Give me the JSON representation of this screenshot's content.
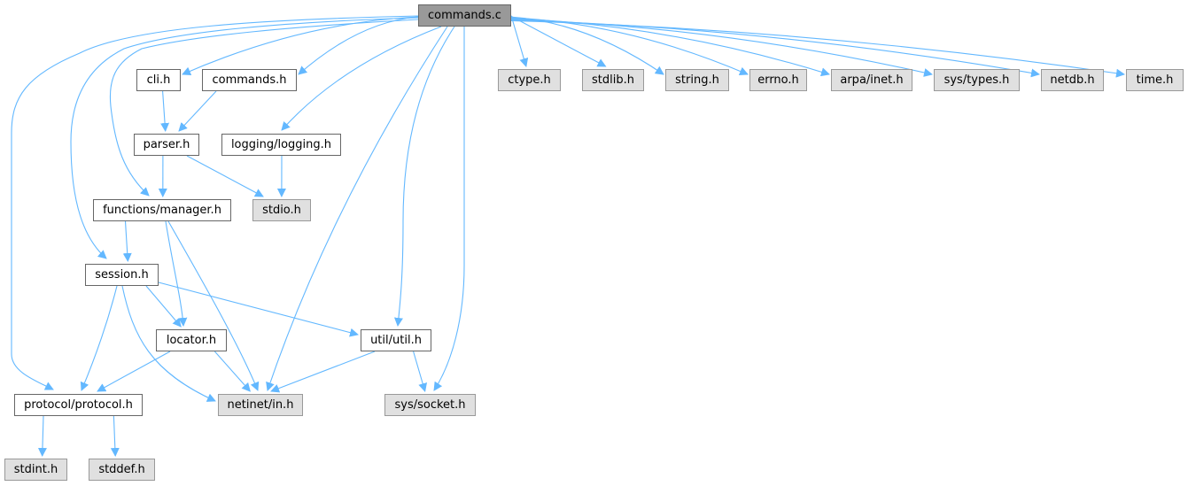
{
  "title": "commands.c",
  "colors": {
    "edge": "#63b8ff",
    "root_fill": "#999999",
    "local_fill": "#ffffff",
    "system_fill": "#e0e0e0"
  },
  "nodes": [
    {
      "id": "commands_c",
      "label": "commands.c",
      "kind": "root"
    },
    {
      "id": "cli_h",
      "label": "cli.h",
      "kind": "local"
    },
    {
      "id": "commands_h",
      "label": "commands.h",
      "kind": "local"
    },
    {
      "id": "parser_h",
      "label": "parser.h",
      "kind": "local"
    },
    {
      "id": "logging_h",
      "label": "logging/logging.h",
      "kind": "local"
    },
    {
      "id": "manager_h",
      "label": "functions/manager.h",
      "kind": "local"
    },
    {
      "id": "stdio_h",
      "label": "stdio.h",
      "kind": "system"
    },
    {
      "id": "session_h",
      "label": "session.h",
      "kind": "local"
    },
    {
      "id": "locator_h",
      "label": "locator.h",
      "kind": "local"
    },
    {
      "id": "util_h",
      "label": "util/util.h",
      "kind": "local"
    },
    {
      "id": "protocol_h",
      "label": "protocol/protocol.h",
      "kind": "local"
    },
    {
      "id": "netinet_h",
      "label": "netinet/in.h",
      "kind": "system"
    },
    {
      "id": "socket_h",
      "label": "sys/socket.h",
      "kind": "system"
    },
    {
      "id": "stdint_h",
      "label": "stdint.h",
      "kind": "system"
    },
    {
      "id": "stddef_h",
      "label": "stddef.h",
      "kind": "system"
    },
    {
      "id": "ctype_h",
      "label": "ctype.h",
      "kind": "system"
    },
    {
      "id": "stdlib_h",
      "label": "stdlib.h",
      "kind": "system"
    },
    {
      "id": "string_h",
      "label": "string.h",
      "kind": "system"
    },
    {
      "id": "errno_h",
      "label": "errno.h",
      "kind": "system"
    },
    {
      "id": "inet_h",
      "label": "arpa/inet.h",
      "kind": "system"
    },
    {
      "id": "types_h",
      "label": "sys/types.h",
      "kind": "system"
    },
    {
      "id": "netdb_h",
      "label": "netdb.h",
      "kind": "system"
    },
    {
      "id": "time_h",
      "label": "time.h",
      "kind": "system"
    }
  ],
  "edges": [
    {
      "from": "commands_c",
      "to": "cli_h"
    },
    {
      "from": "commands_c",
      "to": "commands_h"
    },
    {
      "from": "commands_c",
      "to": "logging_h"
    },
    {
      "from": "commands_c",
      "to": "manager_h"
    },
    {
      "from": "commands_c",
      "to": "session_h"
    },
    {
      "from": "commands_c",
      "to": "protocol_h"
    },
    {
      "from": "commands_c",
      "to": "netinet_h"
    },
    {
      "from": "commands_c",
      "to": "util_h"
    },
    {
      "from": "commands_c",
      "to": "socket_h"
    },
    {
      "from": "commands_c",
      "to": "ctype_h"
    },
    {
      "from": "commands_c",
      "to": "stdlib_h"
    },
    {
      "from": "commands_c",
      "to": "string_h"
    },
    {
      "from": "commands_c",
      "to": "errno_h"
    },
    {
      "from": "commands_c",
      "to": "inet_h"
    },
    {
      "from": "commands_c",
      "to": "types_h"
    },
    {
      "from": "commands_c",
      "to": "netdb_h"
    },
    {
      "from": "commands_c",
      "to": "time_h"
    },
    {
      "from": "cli_h",
      "to": "parser_h"
    },
    {
      "from": "commands_h",
      "to": "parser_h"
    },
    {
      "from": "parser_h",
      "to": "manager_h"
    },
    {
      "from": "parser_h",
      "to": "stdio_h"
    },
    {
      "from": "logging_h",
      "to": "stdio_h"
    },
    {
      "from": "manager_h",
      "to": "session_h"
    },
    {
      "from": "manager_h",
      "to": "locator_h"
    },
    {
      "from": "manager_h",
      "to": "netinet_h"
    },
    {
      "from": "session_h",
      "to": "locator_h"
    },
    {
      "from": "session_h",
      "to": "util_h"
    },
    {
      "from": "session_h",
      "to": "protocol_h"
    },
    {
      "from": "session_h",
      "to": "netinet_h"
    },
    {
      "from": "locator_h",
      "to": "protocol_h"
    },
    {
      "from": "locator_h",
      "to": "netinet_h"
    },
    {
      "from": "util_h",
      "to": "netinet_h"
    },
    {
      "from": "util_h",
      "to": "socket_h"
    },
    {
      "from": "protocol_h",
      "to": "stdint_h"
    },
    {
      "from": "protocol_h",
      "to": "stddef_h"
    }
  ]
}
